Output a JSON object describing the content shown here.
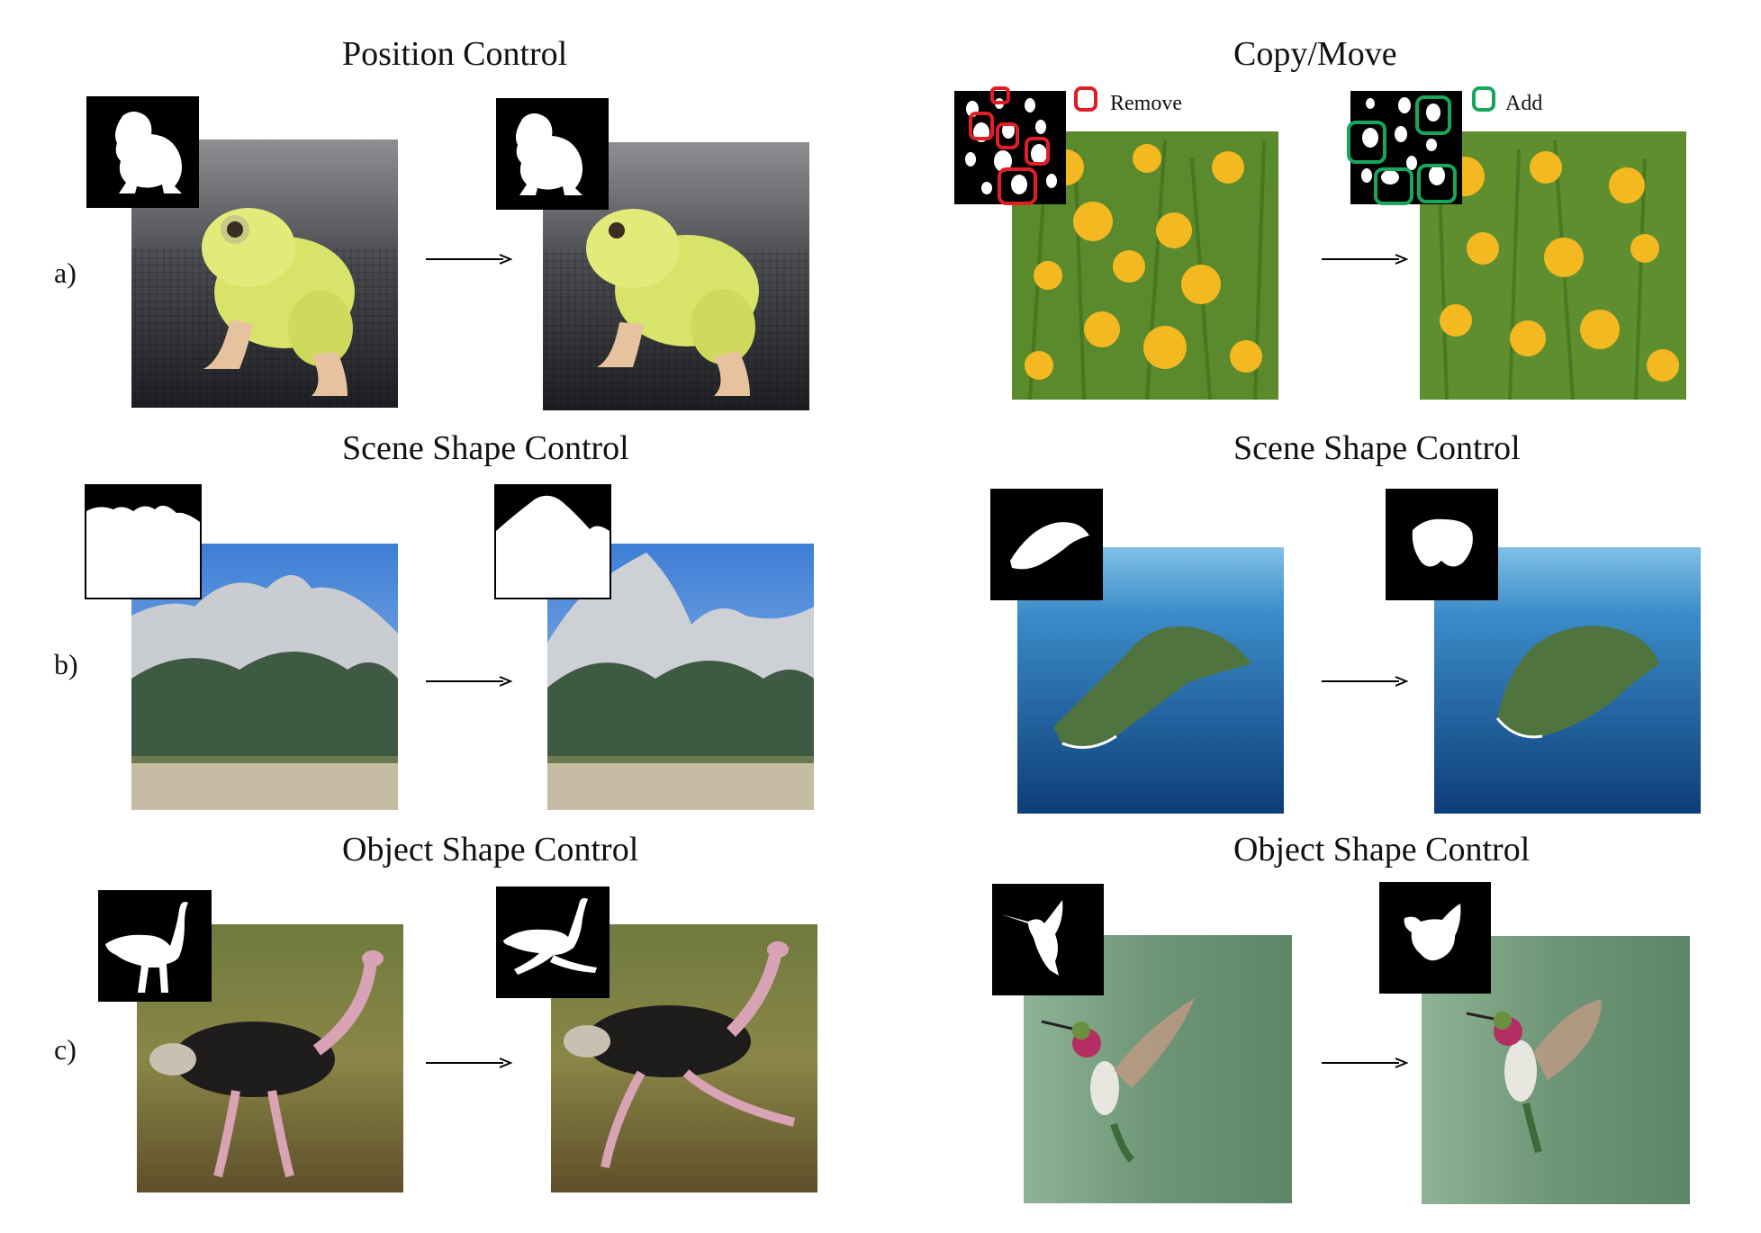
{
  "titles": {
    "position_control": "Position Control",
    "copy_move": "Copy/Move",
    "scene_shape_left": "Scene Shape Control",
    "scene_shape_right": "Scene Shape Control",
    "object_shape_left": "Object Shape Control",
    "object_shape_right": "Object Shape Control"
  },
  "row_labels": {
    "a": "a)",
    "b": "b)",
    "c": "c)"
  },
  "legend": {
    "remove": "Remove",
    "add": "Add"
  },
  "colors": {
    "remove": "#e11d25",
    "add": "#18a65a"
  },
  "icons": [
    "frog-silhouette",
    "dandelion-mask",
    "mountain-mask",
    "island-mask",
    "ostrich-silhouette",
    "hummingbird-silhouette",
    "right-arrow"
  ]
}
